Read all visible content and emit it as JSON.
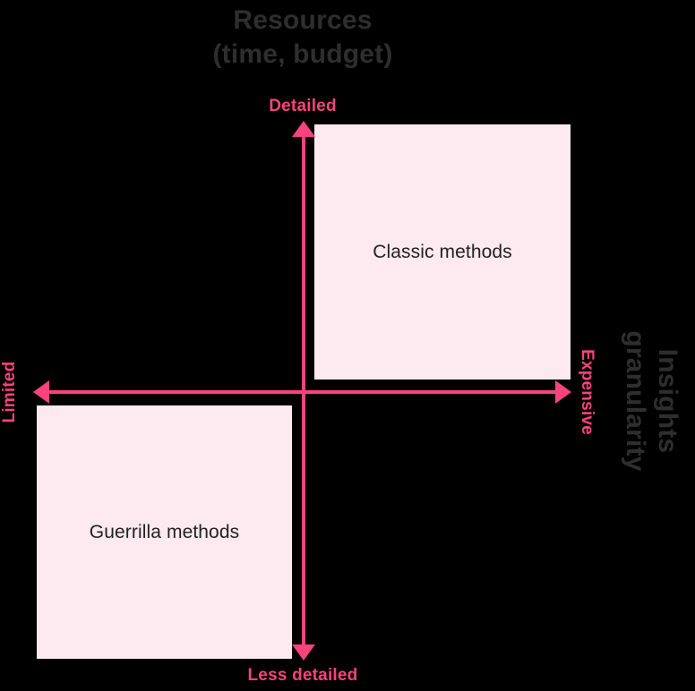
{
  "chart_data": {
    "type": "scatter",
    "title": "Resources (time, budget)",
    "xlabel": "Resources (time, budget)",
    "ylabel": "Insights granularity",
    "axis_orientation": "2x2 quadrant matrix with centered crossing axes",
    "x_axis": {
      "name": "Resources (time, budget)",
      "left_label": "Limited",
      "right_label": "Expensive",
      "arrows": "both"
    },
    "y_axis": {
      "name": "Insights granularity",
      "top_label": "Detailed",
      "bottom_label": "Less detailed",
      "arrows": "both"
    },
    "items": [
      {
        "label": "Classic methods",
        "quadrant": "top-right",
        "x": "Expensive",
        "y": "Detailed"
      },
      {
        "label": "Guerrilla methods",
        "quadrant": "bottom-left",
        "x": "Limited",
        "y": "Less detailed"
      }
    ],
    "grid": false,
    "legend": "none"
  },
  "top_title": {
    "line1": "Resources",
    "line2": "(time, budget)"
  },
  "side_title": {
    "line1": "Insights",
    "line2": "granularity"
  },
  "axis_labels": {
    "detailed": "Detailed",
    "less_detailed": "Less detailed",
    "limited": "Limited",
    "expensive": "Expensive"
  },
  "boxes": {
    "classic": "Classic methods",
    "guerrilla": "Guerrilla methods"
  },
  "colors": {
    "background": "#000000",
    "accent_pink": "#f8437d",
    "box_fill": "#fde9f0",
    "title_gray": "#2e2e2e",
    "box_text": "#222222"
  }
}
